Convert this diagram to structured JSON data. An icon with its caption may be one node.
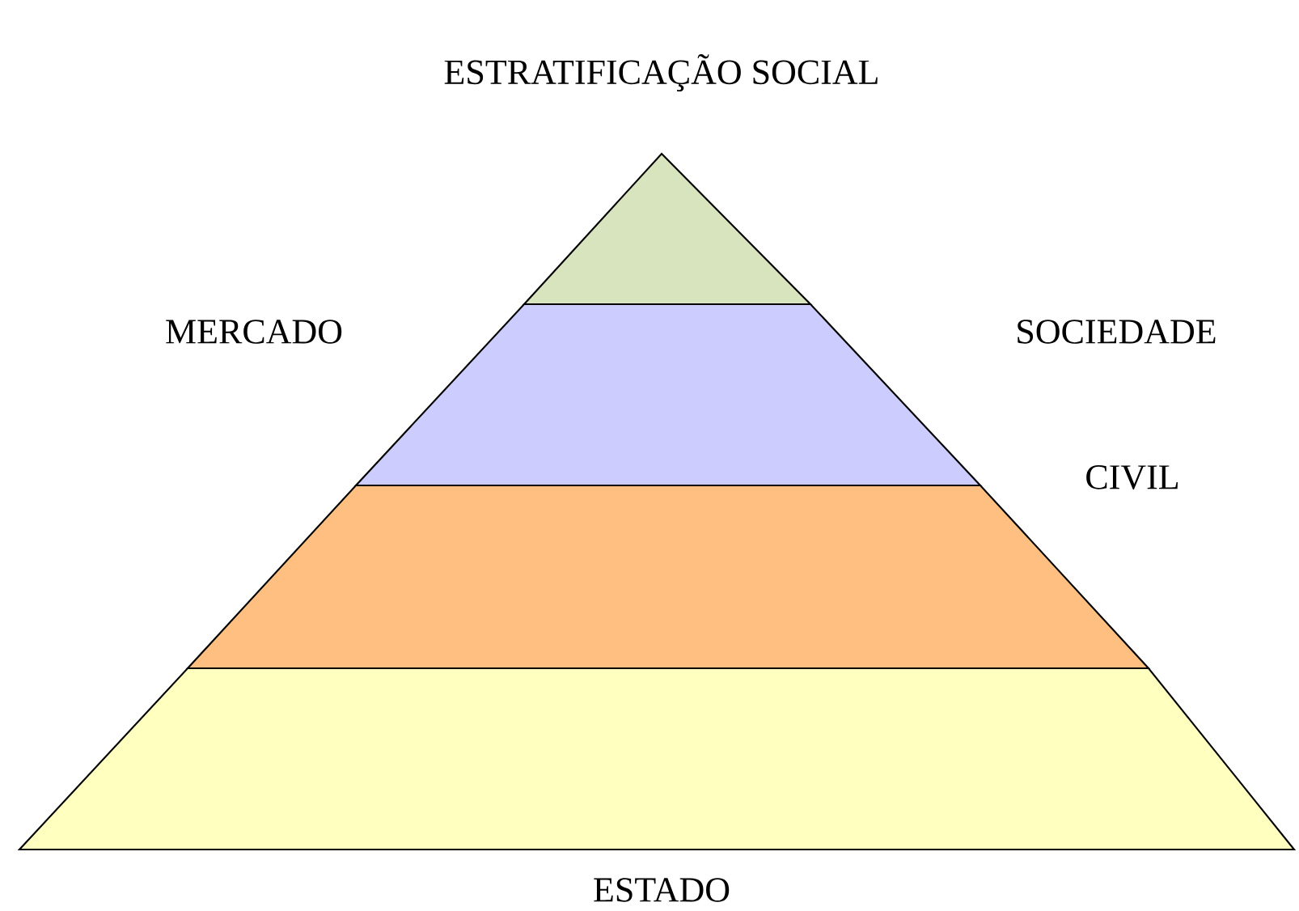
{
  "diagram": {
    "title": "ESTRATIFICAÇÃO SOCIAL",
    "nodes": [
      {
        "text": [],
        "shape": "triangle"
      },
      {
        "text": [],
        "shape": "trapezoid"
      },
      {
        "text": [],
        "shape": "trapezoid"
      },
      {
        "text": [],
        "shape": "trapezoid"
      }
    ],
    "labels": [
      "MERCADO",
      "SOCIEDADE",
      "CIVIL",
      "ESTADO"
    ]
  }
}
